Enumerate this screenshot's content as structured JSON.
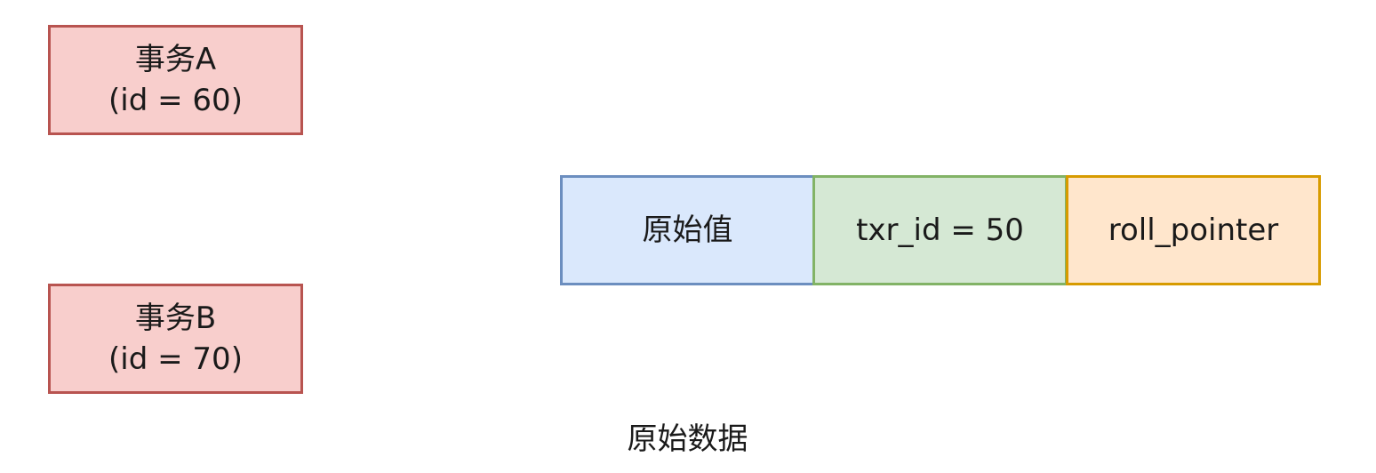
{
  "transactions": [
    {
      "name": "事务A",
      "id_text": "(id = 60)"
    },
    {
      "name": "事务B",
      "id_text": "(id = 70)"
    }
  ],
  "record": {
    "cells": [
      {
        "text": "原始值",
        "fill": "#dae8fc",
        "stroke": "#6c8ebf"
      },
      {
        "text": "txr_id = 50",
        "fill": "#d5e8d4",
        "stroke": "#82b366"
      },
      {
        "text": "roll_pointer",
        "fill": "#ffe6cc",
        "stroke": "#d79b00"
      }
    ],
    "caption": "原始数据"
  },
  "colors": {
    "transaction_fill": "#f8cecc",
    "transaction_stroke": "#b85450"
  }
}
